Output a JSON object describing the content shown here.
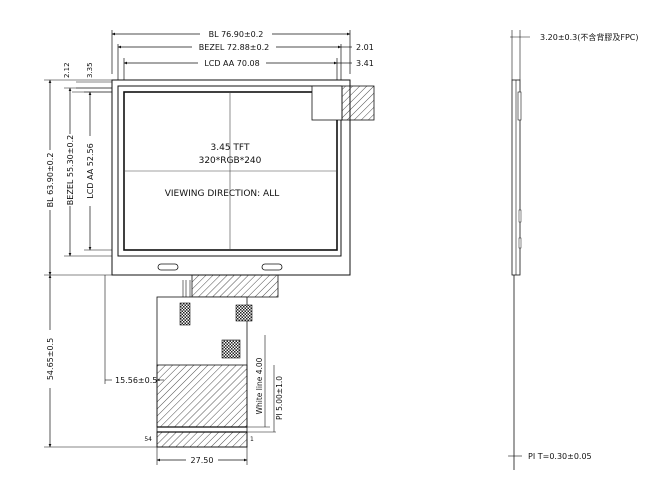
{
  "front_view": {
    "dims": {
      "bl_width": "BL  76.90±0.2",
      "bezel_width": "BEZEL  72.88±0.2",
      "lcd_aa_width": "LCD  AA  70.08",
      "right_2_01": "2.01",
      "right_3_41": "3.41",
      "top_2_12": "2.12",
      "top_3_35": "3.35",
      "bl_height": "BL  63.90±0.2",
      "bezel_height": "BEZEL  55.30±0.2",
      "lcd_aa_height": "LCD  AA  52.56",
      "fpc_length": "54.65±0.5",
      "fpc_offset": "15.56±0.5",
      "white_line": "White line 4.00",
      "pi_width": "PI  5.00±1.0",
      "fpc_width": "27.50"
    },
    "screen": {
      "line1": "3.45  TFT",
      "line2": "320*RGB*240",
      "line3": "VIEWING  DIRECTION:  ALL"
    },
    "pins": {
      "pin_left": "54",
      "pin_right": "1"
    }
  },
  "side_view": {
    "thickness": "3.20±0.3(不含背膠及FPC)",
    "pi_thickness": "PI  T=0.30±0.05"
  }
}
